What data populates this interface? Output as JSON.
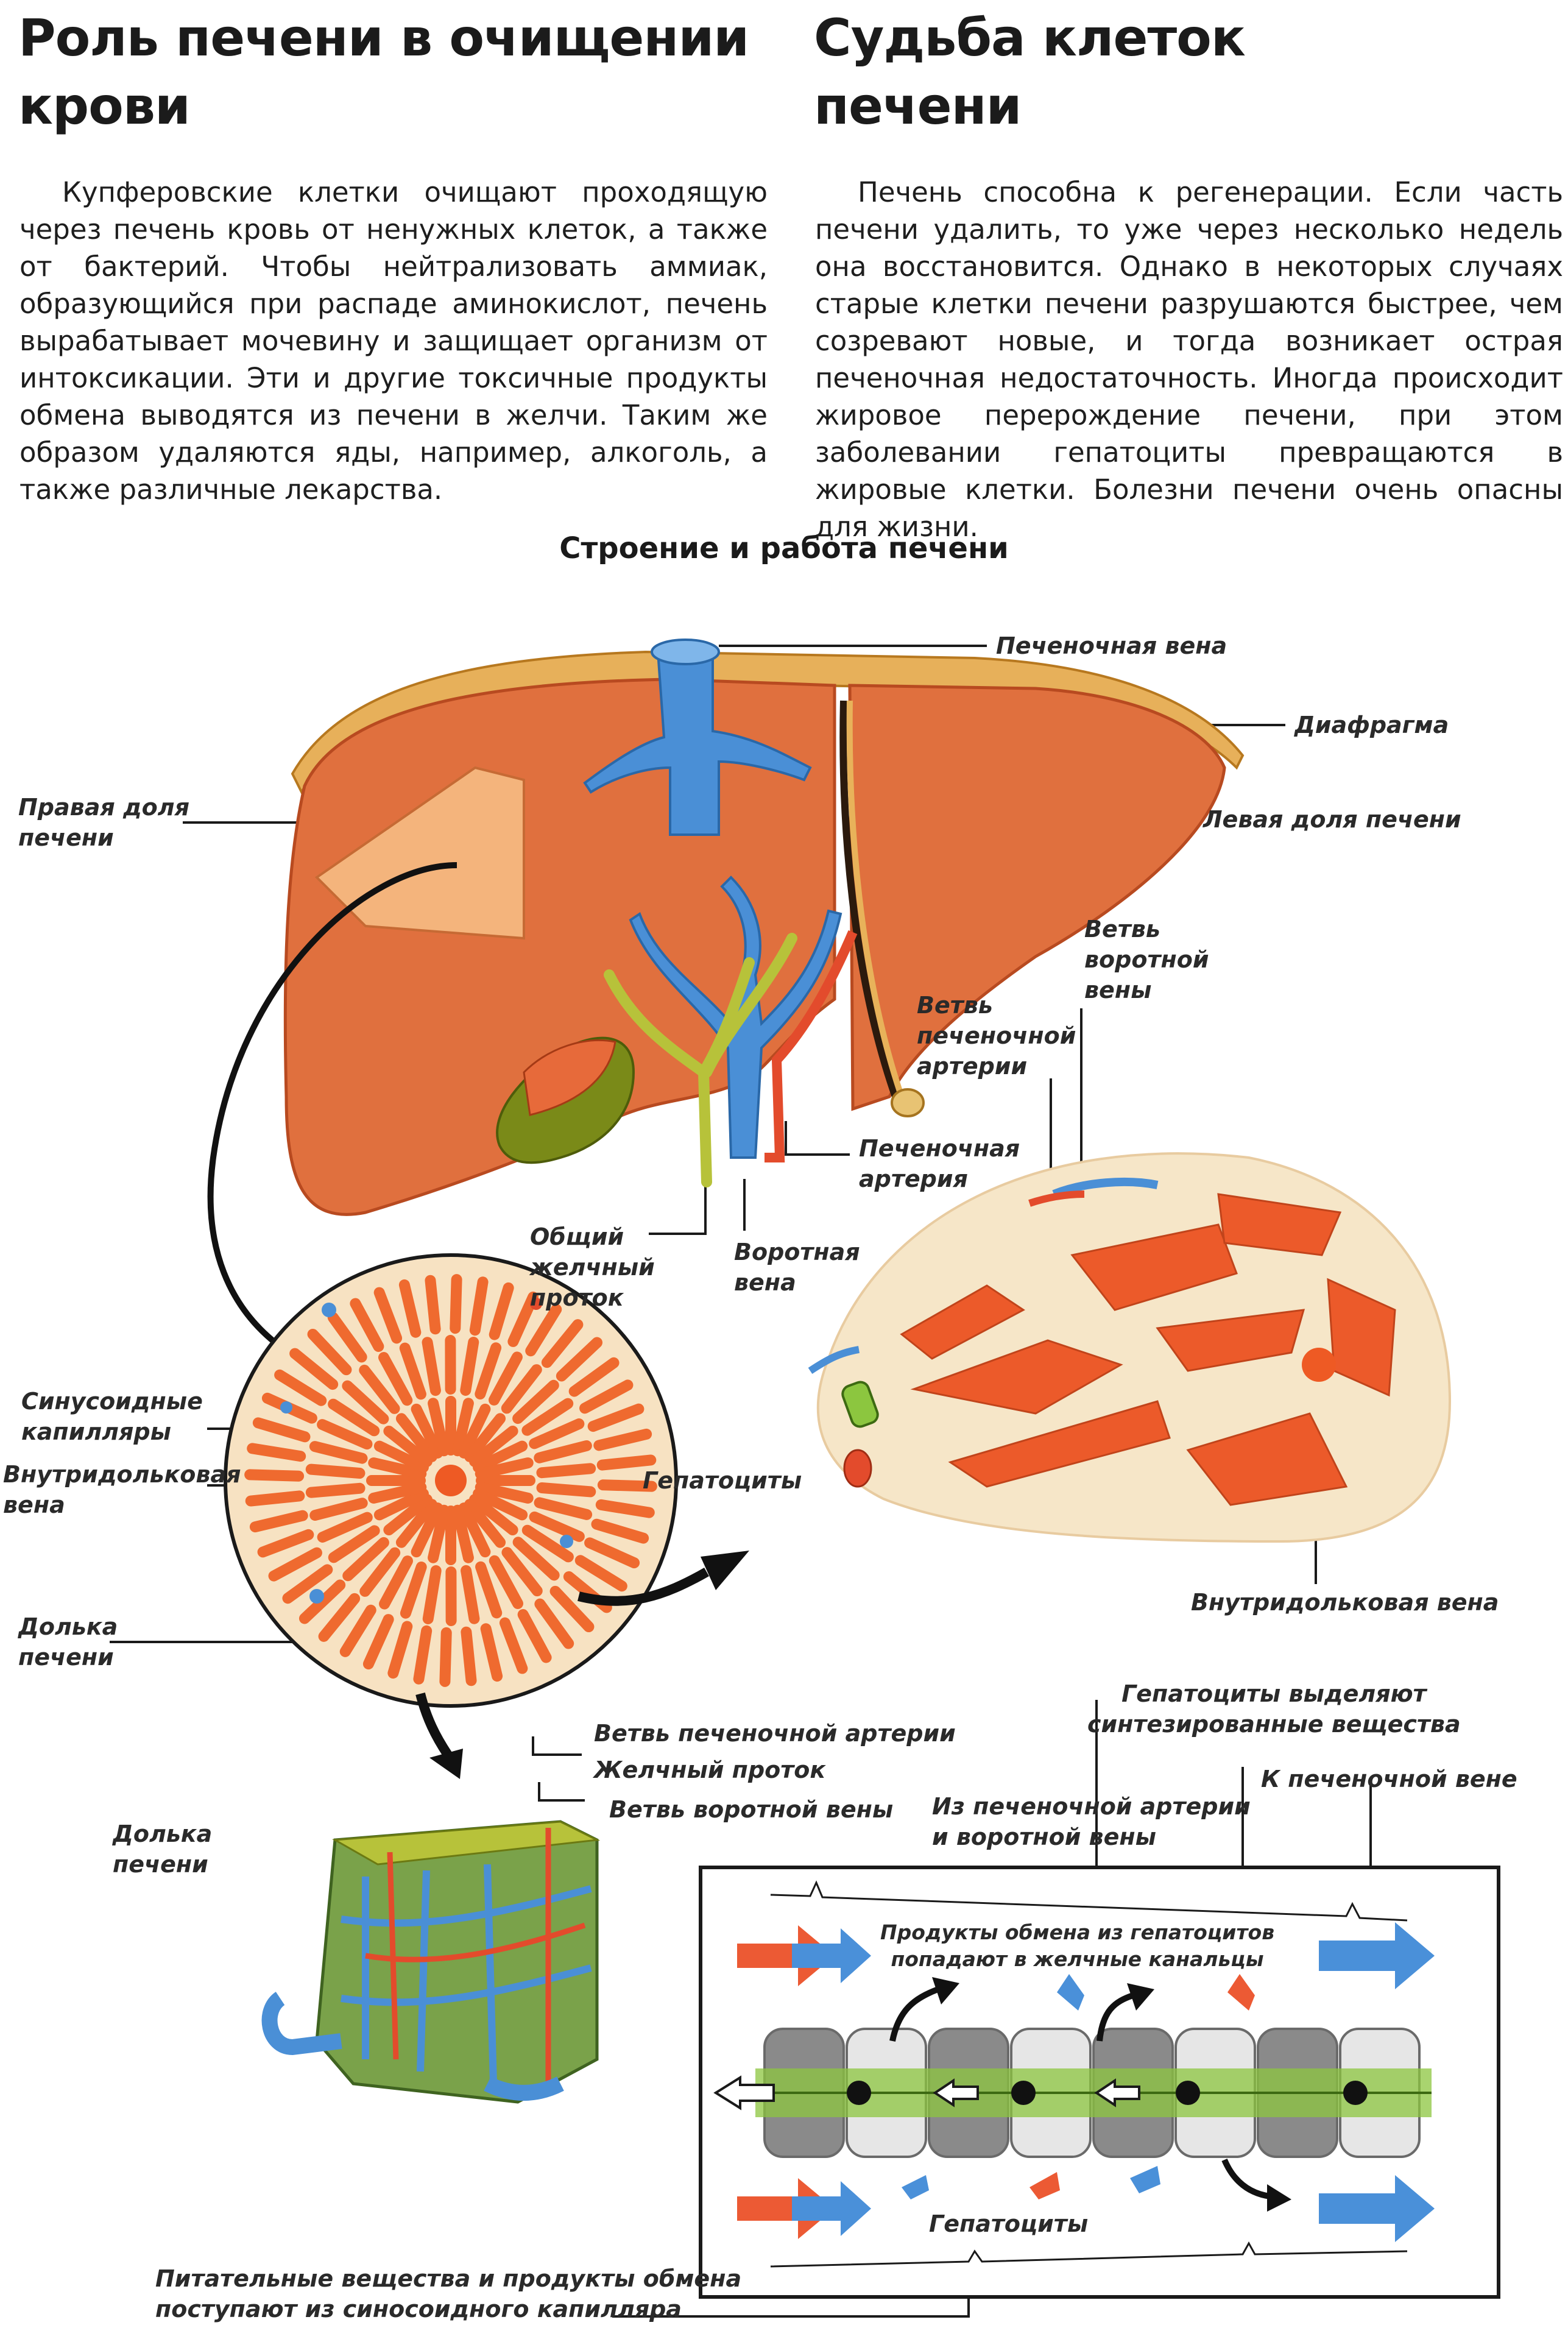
{
  "left_column": {
    "heading": [
      "Роль печени в очищении",
      "крови"
    ],
    "text": "Купферовские клетки очищают проходящую через печень кровь от ненужных клеток, а также от бактерий. Чтобы нейтрализовать аммиак, образующийся при распаде аминокислот, печень вырабатывает мочевину и защищает организм от интоксикации. Эти и другие токсичные продукты обмена выводятся из печени в желчи. Таким же образом удаляются яды, например, алкоголь, а также различные лекарства."
  },
  "right_column": {
    "heading": [
      "Судьба клеток",
      "печени"
    ],
    "text": "Печень способна к регенерации. Если часть печени удалить, то уже через несколько недель она восстановится. Однако в некоторых случаях старые клетки печени разрушаются быстрее, чем созревают новые, и тогда возникает острая печеночная недостаточность. Иногда происходит жировое перерождение печени, при этом заболевании гепатоциты превращаются в жировые клетки. Болезни печени очень опасны для жизни."
  },
  "diagram": {
    "title": "Строение и работа печени",
    "labels": {
      "hepatic_vein": "Печеночная вена",
      "diaphragm": "Диафрагма",
      "right_lobe": [
        "Правая доля",
        "печени"
      ],
      "left_lobe": "Левая доля печени",
      "portal_vein_branch": [
        "Ветвь",
        "воротной",
        "вены"
      ],
      "hepatic_artery_branch": [
        "Ветвь",
        "печеночной",
        "артерии"
      ],
      "hepatic_artery": [
        "Печеночная",
        "артерия"
      ],
      "common_bile_duct": [
        "Общий",
        "желчный",
        "проток"
      ],
      "portal_vein": [
        "Воротная",
        "вена"
      ],
      "sinusoid_capillaries": [
        "Синусоидные",
        "капилляры"
      ],
      "central_vein_left": [
        "Внутридольковая",
        "вена"
      ],
      "hepatocytes_circle": "Гепатоциты",
      "lobule_top": [
        "Долька",
        "печени"
      ],
      "central_vein_right": "Внутридольковая вена",
      "hepatocytes_secrete": [
        "Гепатоциты выделяют",
        "синтезированные вещества"
      ],
      "artery_branch_small": "Ветвь печеночной артерии",
      "bile_duct_small": "Желчный проток",
      "portal_branch_small": "Ветвь воротной вены",
      "lobule_bottom": [
        "Долька",
        "печени"
      ],
      "from_artery_vein": [
        "Из печеночной артерии",
        "и воротной вены"
      ],
      "to_hepatic_vein": "К печеночной вене",
      "metabolic_products": [
        "Продукты обмена из гепатоцитов",
        "попадают в желчные канальцы"
      ],
      "hepatocytes_bottom": "Гепатоциты",
      "nutrients": [
        "Питательные вещества и продукты обмена",
        "поступают из синосоидного капилляра"
      ]
    },
    "colors": {
      "liver": "#e0703e",
      "liver_dark": "#c24f23",
      "vein": "#4a8fd6",
      "artery": "#e34b2c",
      "bile": "#b7c23a",
      "hepatocyte": "#f0672f",
      "tissue": "#f6e6c8",
      "arrow_blue": "#4a90d9",
      "arrow_red": "#ec5a34"
    }
  }
}
